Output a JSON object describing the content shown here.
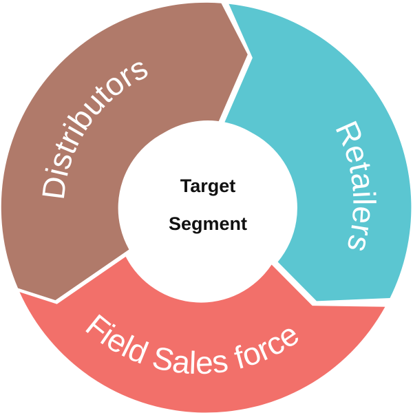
{
  "diagram": {
    "center": {
      "line1": "Target",
      "line2": "Segment"
    },
    "segments": [
      {
        "id": "distributors",
        "label": "Distributors",
        "color": "#B07A6A"
      },
      {
        "id": "retailers",
        "label": "Retailers",
        "color": "#5BC6D1"
      },
      {
        "id": "field-sales-force",
        "label": "Field Sales force",
        "color": "#F2706A"
      }
    ],
    "center_color": "#ffffff"
  }
}
